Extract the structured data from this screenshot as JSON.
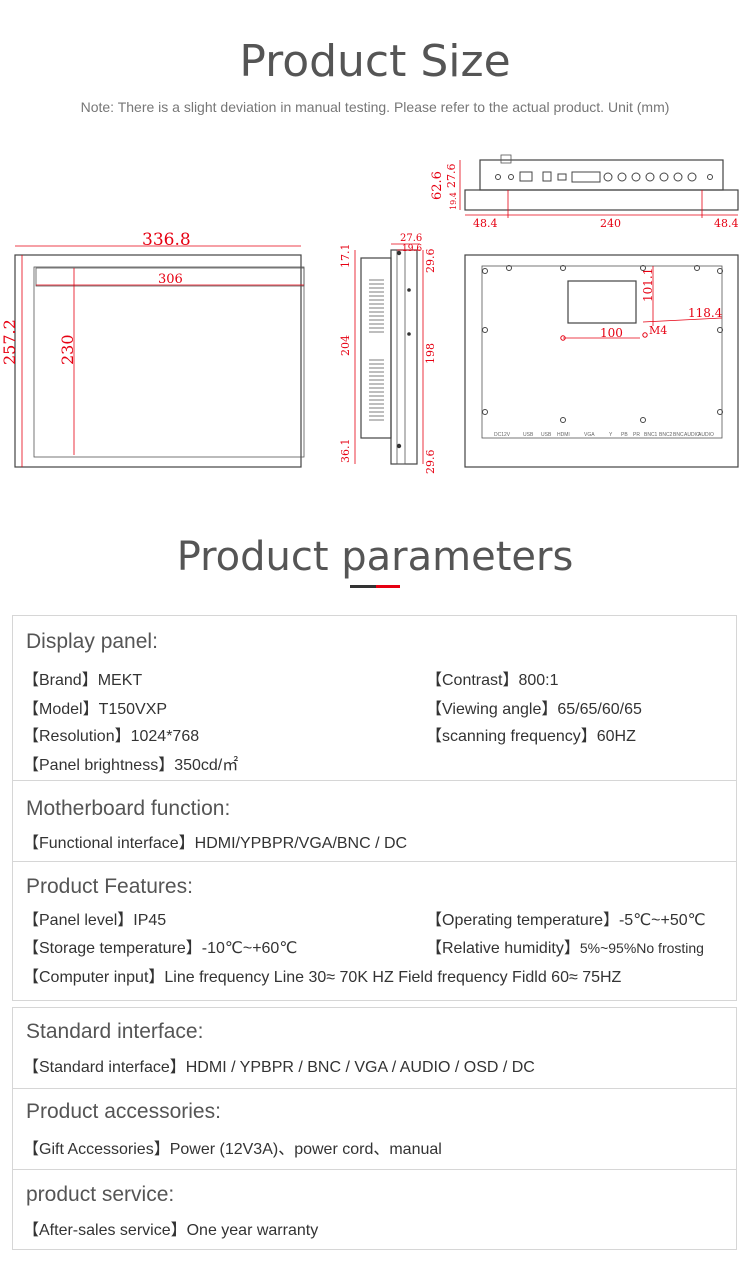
{
  "header": {
    "title": "Product Size",
    "note": "Note: There is a slight deviation in manual testing. Please refer to the actual product. Unit (mm)"
  },
  "drawing_dims": {
    "d336": "336.8",
    "d306": "306",
    "d257": "257.2",
    "d230": "230",
    "d27_6": "27.6",
    "d19_6": "19.6",
    "d17_1": "17.1",
    "d29_6a": "29.6",
    "d204": "204",
    "d198": "198",
    "d36_1": "36.1",
    "d29_6b": "29.6",
    "d62_6": "62.6",
    "d27_6b": "27.6",
    "d19_4": "19.4",
    "d48_4a": "48.4",
    "d240": "240",
    "d48_4b": "48.4",
    "d101_1": "101.1",
    "d118_4": "118.4",
    "d100": "100",
    "m4": "M4"
  },
  "back_labels": [
    "DC12V",
    "USB",
    "USB",
    "HDMI",
    "VGA",
    "Y",
    "PB",
    "PR",
    "BNC1",
    "BNC2",
    "BNC",
    "AUDIO",
    "AUDIO"
  ],
  "colors": {
    "accent": "#e60012",
    "underline_dark": "#333333",
    "underline_light": "#cccccc"
  },
  "params_title": "Product parameters",
  "sections": {
    "display": {
      "heading": "Display panel:",
      "brand": "【Brand】MEKT",
      "model": "【Model】T150VXP",
      "resolution": "【Resolution】1024*768",
      "brightness": "【Panel brightness】350cd/㎡",
      "contrast": "【Contrast】800:1",
      "viewing": "【Viewing angle】65/65/60/65",
      "scanning": "【scanning frequency】60HZ"
    },
    "motherboard": {
      "heading": "Motherboard function:",
      "interface": "【Functional interface】HDMI/YPBPR/VGA/BNC / DC"
    },
    "features": {
      "heading": "Product Features:",
      "panel_level": "【Panel level】IP45",
      "storage": "【Storage temperature】-10℃~+60℃",
      "operating": "【Operating temperature】-5℃~+50℃",
      "humidity": "【Relative humidity】",
      "humidity_value": "5%~95%No frosting",
      "computer_input": "【Computer input】Line frequency Line 30≈ 70K HZ Field frequency Fidld 60≈ 75HZ"
    },
    "standard": {
      "heading": "Standard interface:",
      "interface": "【Standard interface】HDMI / YPBPR / BNC / VGA / AUDIO / OSD / DC"
    },
    "accessories": {
      "heading": "Product accessories:",
      "gift": "【Gift Accessories】Power (12V3A)、power cord、manual"
    },
    "service": {
      "heading": "product service:",
      "after_sales": "【After-sales service】One year warranty"
    }
  }
}
